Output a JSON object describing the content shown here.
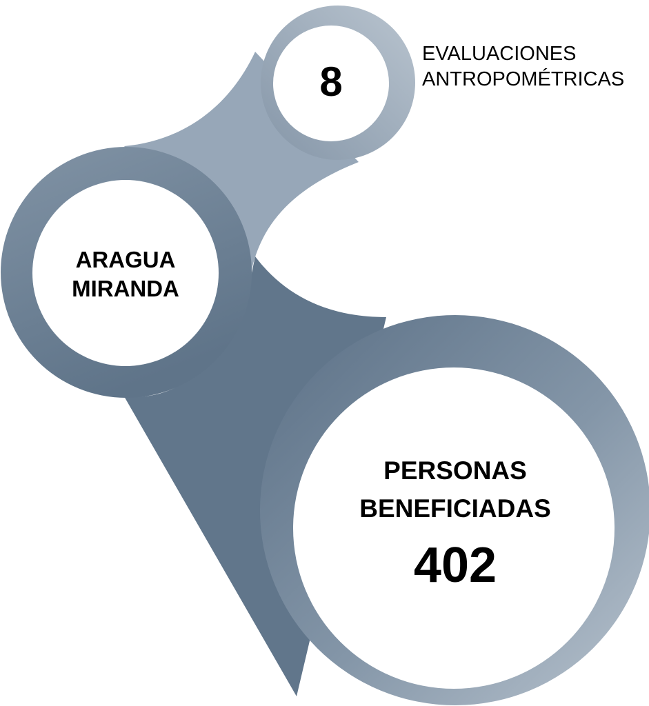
{
  "colors": {
    "ring_light": "#b9c4cf",
    "ring_mid": "#94a5b6",
    "ring_dark": "#5f7489",
    "circle_fill": "#ffffff",
    "text": "#000000"
  },
  "nodes": {
    "top": {
      "number": "8",
      "label_line1": "EVALUACIONES",
      "label_line2": "ANTROPOMÉTRICAS"
    },
    "middle": {
      "line1": "ARAGUA",
      "line2": "MIRANDA"
    },
    "bottom": {
      "line1": "PERSONAS",
      "line2": "BENEFICIADAS",
      "number": "402"
    }
  }
}
